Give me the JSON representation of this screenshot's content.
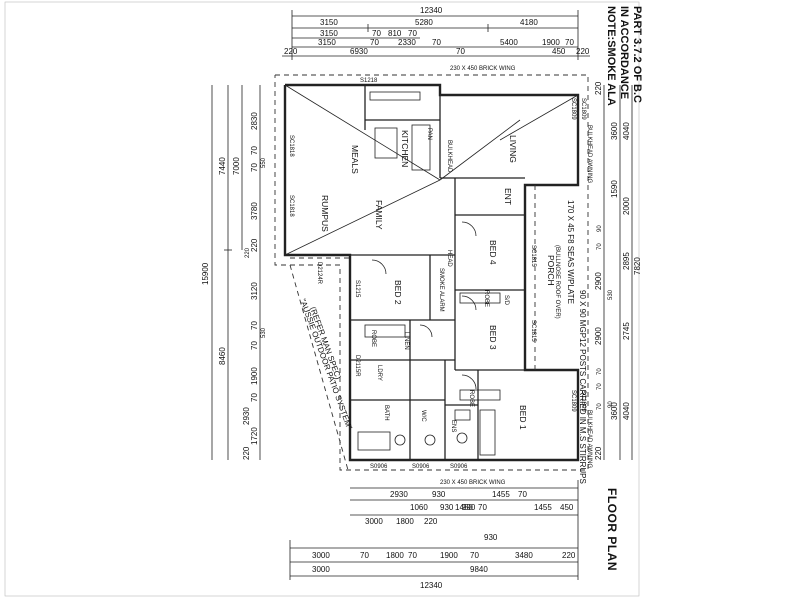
{
  "title": "FLOOR PLAN",
  "note": {
    "line1": "NOTE:SMOKE ALA",
    "line2": "IN ACCORDANCE",
    "line3": "PART 3.7.2 OF B.C"
  },
  "rooms": {
    "meals": "MEALS",
    "kitchen": "KITCHEN",
    "living": "LIVING",
    "rumpus": "RUMPUS",
    "family": "FAMILY",
    "bed2": "BED 2",
    "bed3": "BED 3",
    "bed4": "BED 4",
    "bed1": "BED 1",
    "ent": "ENT",
    "porch": "PORCH",
    "porch_sub": "(BULLNOSE ROOF OVER)",
    "bath": "BATH",
    "wc": "W/C",
    "ens": "ENS",
    "ldry": "LDRY",
    "robe": "ROBE",
    "linen": "LINEN",
    "pantry": "PAN"
  },
  "annotations": {
    "patio": "\"AUSSIE OUTDOOR PATIO SYSTEM\"",
    "patio_sub": "(REFER MAN SPEC)",
    "posts": "90 X 90 MGP12 POSTS CARRIED IN M.S STIRRUPS",
    "beam": "170 X 45 F8 SEAS W/PLATE",
    "brick_top": "230 X 450 BRICK WING",
    "brick_bottom": "230 X 450 BRICK WING",
    "bulkhead": "BULKHEAD",
    "bulkhead_awning": "BULKHEAD AWNING",
    "smoke": "SMOKE ALARM",
    "head": "HEAD",
    "sld": "S/D"
  },
  "windows": [
    "S1218",
    "SC1818",
    "SC1818",
    "D2124R",
    "S1215",
    "D2115R",
    "S0906",
    "S0906",
    "S0906",
    "SC1809",
    "SC1809",
    "SC1815",
    "SC1815",
    "SC1809",
    "SC1809"
  ],
  "dims": {
    "top_total": "12340",
    "top_row1": [
      "3150",
      "5280",
      "4180"
    ],
    "top_row2": [
      "3150",
      "70",
      "810",
      "70"
    ],
    "top_row3": [
      "3150",
      "70",
      "2330",
      "70",
      "5400",
      "1900",
      "70"
    ],
    "top_row4": [
      "220",
      "6930",
      "70",
      "450",
      "220"
    ],
    "left_total": "15900",
    "left_row1": [
      "7440",
      "8460"
    ],
    "left_row2": [
      "2830",
      "70",
      "70",
      "3780",
      "220",
      "3120",
      "70",
      "70",
      "1900",
      "70",
      "2930",
      "1720",
      "220"
    ],
    "left_row3": [
      "7000",
      "550",
      "220",
      "530"
    ],
    "right_row1": [
      "220",
      "3600",
      "4040",
      "1590",
      "2000",
      "2895",
      "7820",
      "2745",
      "3600",
      "4040",
      "220"
    ],
    "right_row2": [
      "90",
      "70",
      "2900",
      "2900",
      "70",
      "70",
      "530",
      "90",
      "70"
    ],
    "bottom_total": "12340",
    "bottom_row1": [
      "3000",
      "9840"
    ],
    "bottom_row2": [
      "3000",
      "70",
      "1800",
      "70",
      "1900",
      "70",
      "3480",
      "220"
    ],
    "bottom_row3": [
      "3000",
      "1800",
      "220",
      "1450",
      "70",
      "1455",
      "70",
      "1455",
      "450"
    ],
    "bottom_row4": [
      "930",
      "930",
      "930",
      "2930",
      "1060",
      "990"
    ]
  }
}
